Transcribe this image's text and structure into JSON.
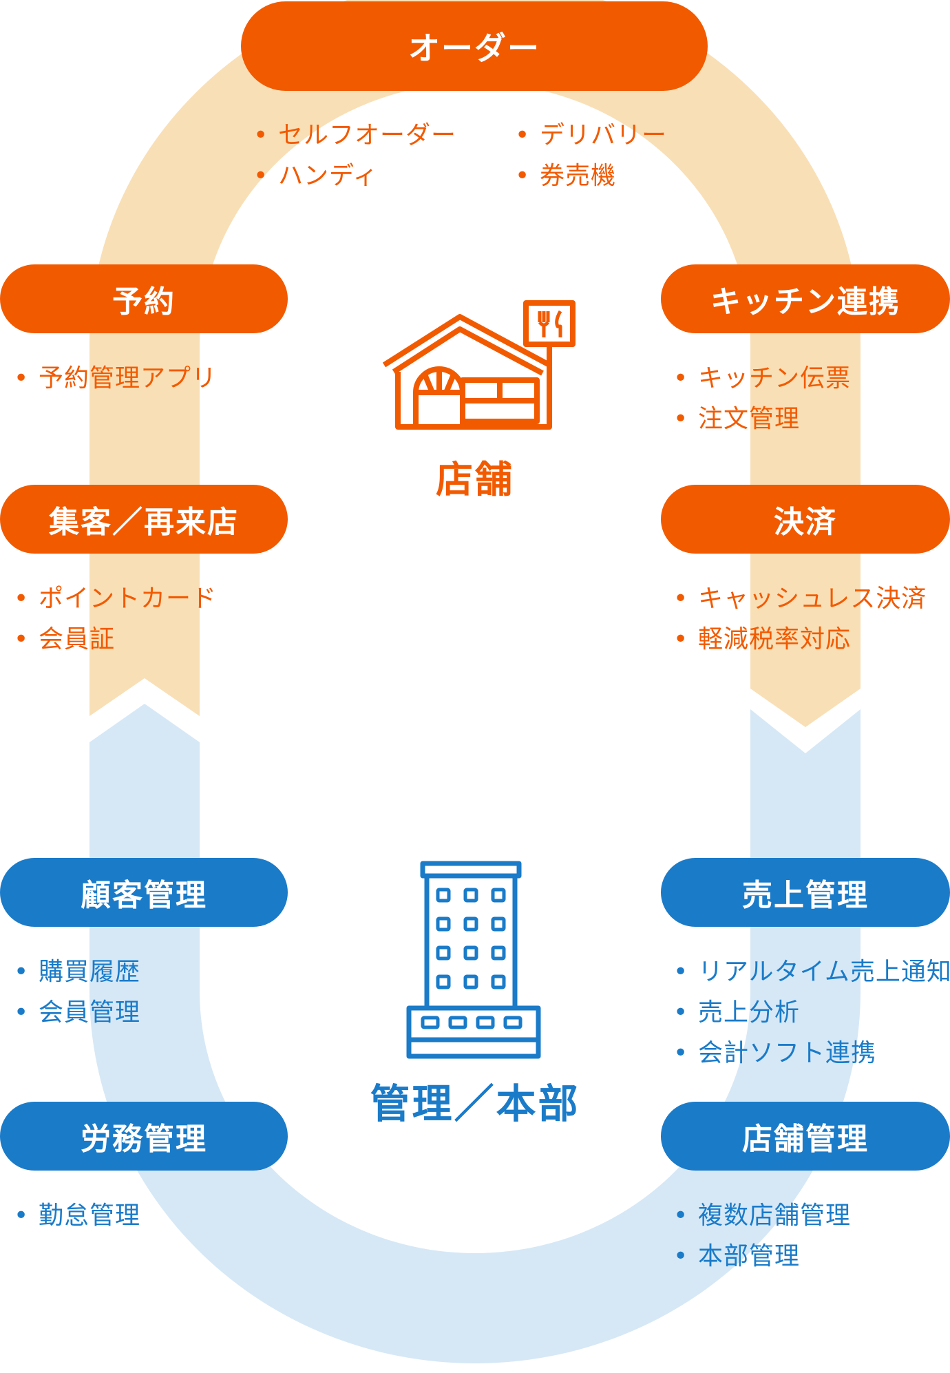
{
  "colors": {
    "orange": "#f25a00",
    "blue": "#1a7bc9",
    "orange_band": "#f9dfb6",
    "blue_band": "#d6e8f6"
  },
  "store": {
    "label": "店舗",
    "icon": "store-icon",
    "sections": {
      "order": {
        "title": "オーダー",
        "items_left": [
          "セルフオーダー",
          "ハンディ"
        ],
        "items_right": [
          "デリバリー",
          "券売機"
        ]
      },
      "reservation": {
        "title": "予約",
        "items": [
          "予約管理アプリ"
        ]
      },
      "kitchen": {
        "title": "キッチン連携",
        "items": [
          "キッチン伝票",
          "注文管理"
        ]
      },
      "customer_acq": {
        "title": "集客／再来店",
        "items": [
          "ポイントカード",
          "会員証"
        ]
      },
      "payment": {
        "title": "決済",
        "items": [
          "キャッシュレス決済",
          "軽減税率対応"
        ]
      }
    }
  },
  "hq": {
    "label": "管理／本部",
    "icon": "office-building-icon",
    "sections": {
      "customer_mgmt": {
        "title": "顧客管理",
        "items": [
          "購買履歴",
          "会員管理"
        ]
      },
      "sales_mgmt": {
        "title": "売上管理",
        "items": [
          "リアルタイム売上通知",
          "売上分析",
          "会計ソフト連携"
        ]
      },
      "labor_mgmt": {
        "title": "労務管理",
        "items": [
          "勤怠管理"
        ]
      },
      "store_mgmt": {
        "title": "店舗管理",
        "items": [
          "複数店舗管理",
          "本部管理"
        ]
      }
    }
  }
}
